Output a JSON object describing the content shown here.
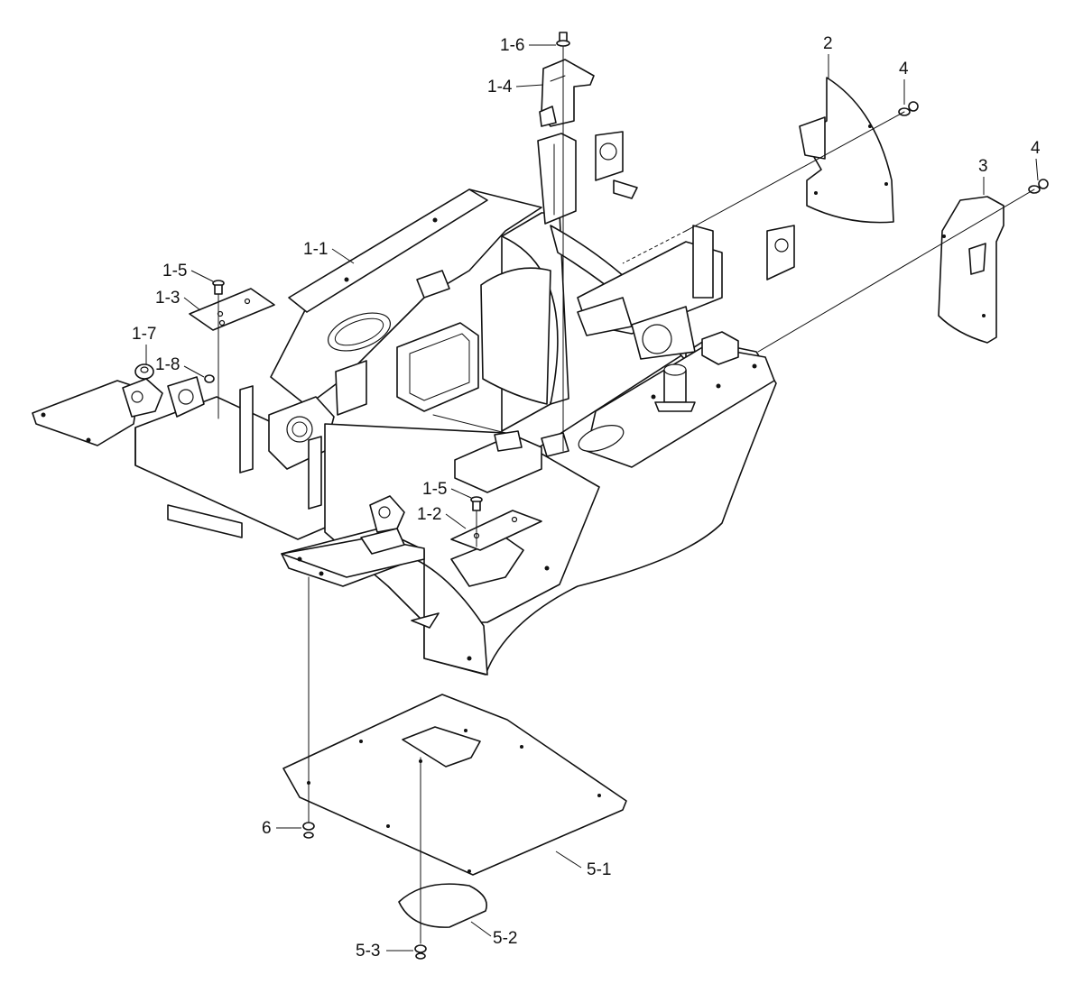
{
  "callouts": {
    "p1_6": "1-6",
    "p1_4": "1-4",
    "p2": "2",
    "p4_top": "4",
    "p4_right": "4",
    "p3": "3",
    "p1_1": "1-1",
    "p1_5_left": "1-5",
    "p1_3": "1-3",
    "p1_7": "1-7",
    "p1_8": "1-8",
    "p1_5_center": "1-5",
    "p1_2": "1-2",
    "p6": "6",
    "p5_1": "5-1",
    "p5_2": "5-2",
    "p5_3": "5-3"
  }
}
